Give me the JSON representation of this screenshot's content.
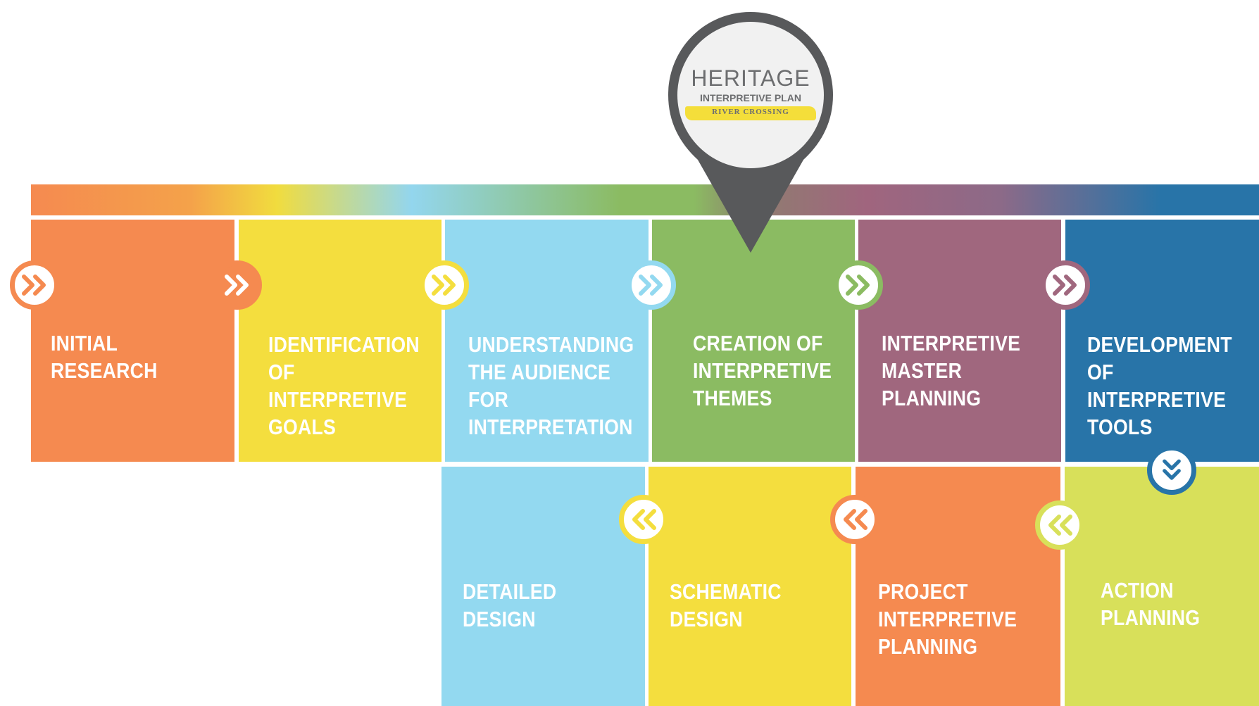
{
  "center_badge": {
    "title": "HERITAGE",
    "subtitle": "INTERPRETIVE PLAN",
    "ribbon": "RIVER CROSSING",
    "ribbon_color": "#f4de3a",
    "pin_color": "#58595b"
  },
  "top_row": [
    {
      "label": "INITIAL RESEARCH",
      "color": "#f58a50"
    },
    {
      "label": "IDENTIFICATION\nOF INTERPRETIVE\nGOALS",
      "color": "#f4de3e"
    },
    {
      "label": "UNDERSTANDING\nTHE AUDIENCE FOR\nINTERPRETATION",
      "color": "#93d9f0"
    },
    {
      "label": "CREATION OF\nINTERPRETIVE\nTHEMES",
      "color": "#8bbb62"
    },
    {
      "label": "INTERPRETIVE\nMASTER PLANNING",
      "color": "#a0677e"
    },
    {
      "label": "DEVELOPMENT\nOF INTERPRETIVE\nTOOLS",
      "color": "#2874a8"
    }
  ],
  "bottom_row": [
    {
      "label": "DETAILED DESIGN",
      "color": "#93d9f0"
    },
    {
      "label": "SCHEMATIC DESIGN",
      "color": "#f4de3e"
    },
    {
      "label": "PROJECT\nINTERPRETIVE\nPLANNING",
      "color": "#f58a50"
    },
    {
      "label": "ACTION\nPLANNING",
      "color": "#d8e05a"
    }
  ],
  "arrow_icons": {
    "forward": "double-chevron-right-icon",
    "backward": "double-chevron-left-icon",
    "down": "double-chevron-down-icon"
  }
}
